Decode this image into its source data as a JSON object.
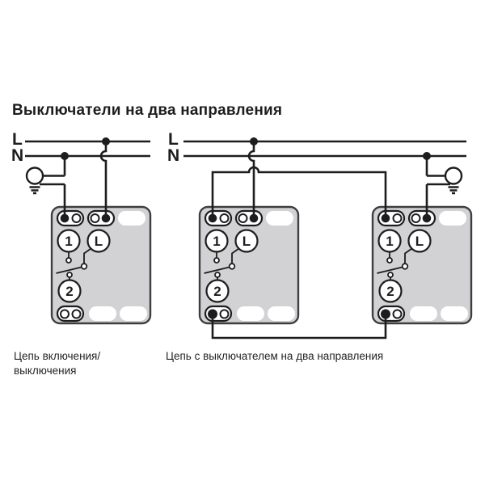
{
  "title": "Выключатели на два направления",
  "diagrams": {
    "left": {
      "l_label": "L",
      "n_label": "N",
      "caption_lines": [
        "Цепь включения/",
        "выключения"
      ]
    },
    "right": {
      "l_label": "L",
      "n_label": "N",
      "caption": "Цепь с выключателем на два направления"
    }
  },
  "switch_unit": {
    "contact_1_label": "1",
    "contact_2_label": "2",
    "live_label": "L"
  },
  "icons": [
    "lamp-icon",
    "junction-dot",
    "wire-hop-crossing"
  ],
  "colors": {
    "wire": "#1d1d1f",
    "switch_body_fill": "#d2d2d4",
    "switch_body_border": "#3e3e41",
    "background": "#ffffff"
  }
}
